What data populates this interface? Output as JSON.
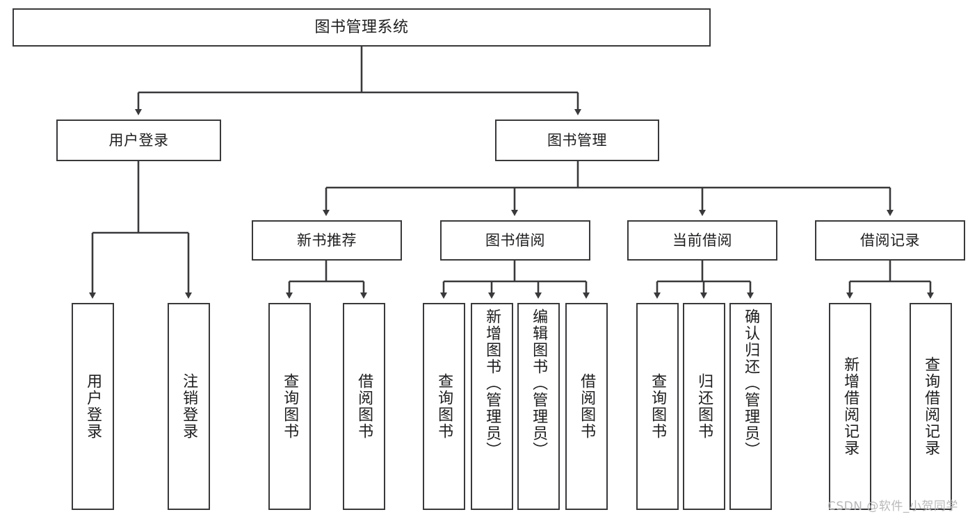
{
  "diagram": {
    "title": "图书管理系统",
    "type": "功能结构图",
    "theme": {
      "background": "#ffffff",
      "box_border": "#39393b",
      "box_fill": "#ffffff",
      "text": "#1d1d1f",
      "edge": "#39393b",
      "watermark": "#b9b9bb"
    },
    "watermark": "CSDN @软件_小贺同学"
  },
  "nodes": {
    "root": {
      "label": "图书管理系统"
    },
    "level2": [
      {
        "id": "user-login",
        "label": "用户登录"
      },
      {
        "id": "book-management",
        "label": "图书管理"
      }
    ],
    "level3": [
      {
        "id": "new-book-recommend",
        "label": "新书推荐"
      },
      {
        "id": "book-borrow",
        "label": "图书借阅"
      },
      {
        "id": "current-borrow",
        "label": "当前借阅"
      },
      {
        "id": "borrow-record",
        "label": "借阅记录"
      }
    ],
    "leaves": {
      "user_login": [
        {
          "id": "leaf-user-login",
          "label": "用户登录"
        },
        {
          "id": "leaf-logout-login",
          "label": "注销登录"
        }
      ],
      "new_book_recommend": [
        {
          "id": "leaf-query-book-1",
          "label": "查询图书"
        },
        {
          "id": "leaf-borrow-book-1",
          "label": "借阅图书"
        }
      ],
      "book_borrow": [
        {
          "id": "leaf-query-book-2",
          "label": "查询图书"
        },
        {
          "id": "leaf-add-book-admin",
          "label": "新增图书（管理员）"
        },
        {
          "id": "leaf-edit-book-admin",
          "label": "编辑图书（管理员）"
        },
        {
          "id": "leaf-borrow-book-2",
          "label": "借阅图书"
        }
      ],
      "current_borrow": [
        {
          "id": "leaf-query-book-3",
          "label": "查询图书"
        },
        {
          "id": "leaf-return-book",
          "label": "归还图书"
        },
        {
          "id": "leaf-confirm-return-admin",
          "label": "确认归还（管理员）"
        }
      ],
      "borrow_record": [
        {
          "id": "leaf-add-borrow-record",
          "label": "新增借阅记录"
        },
        {
          "id": "leaf-query-borrow-record",
          "label": "查询借阅记录"
        }
      ]
    }
  }
}
